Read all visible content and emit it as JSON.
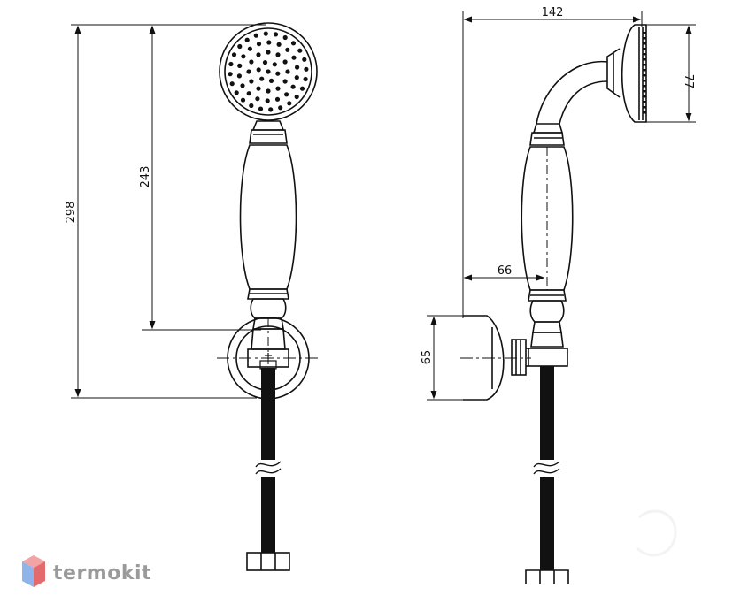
{
  "dimensions": {
    "overall_height": "298",
    "hand_height": "243",
    "reach": "142",
    "head_diameter": "77",
    "holder_offset": "66",
    "mount_height": "65"
  },
  "watermark": {
    "name": "termokit"
  },
  "colors": {
    "line": "#111111",
    "logo_text": "#9a9a9a",
    "logo_top": "#f2a3a3",
    "logo_left": "#8fb4ea",
    "logo_right": "#e46b6b"
  }
}
